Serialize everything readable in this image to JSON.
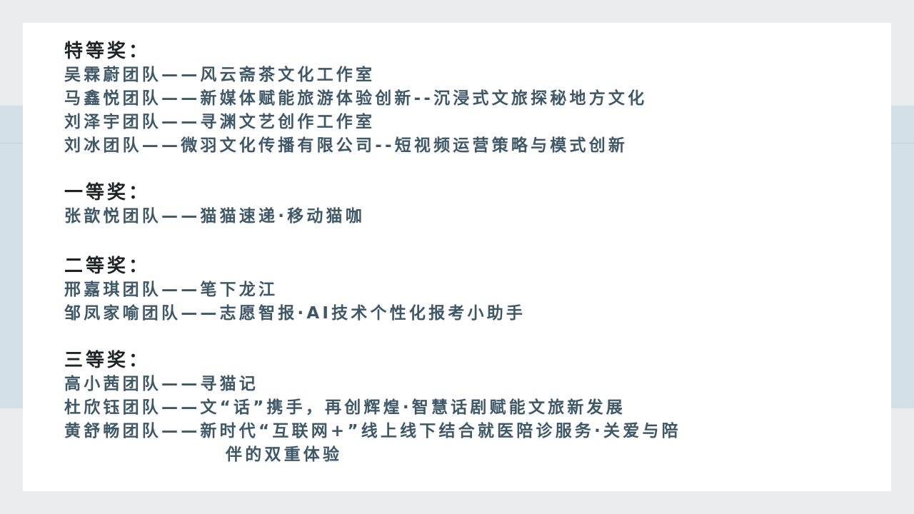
{
  "sections": [
    {
      "heading": "特等奖：",
      "items": [
        "吴霖蔚团队——风云斋茶文化工作室",
        "马鑫悦团队——新媒体赋能旅游体验创新--沉浸式文旅探秘地方文化",
        "刘泽宇团队——寻渊文艺创作工作室",
        "刘冰团队——微羽文化传播有限公司--短视频运营策略与模式创新"
      ]
    },
    {
      "heading": "一等奖：",
      "items": [
        "张歆悦团队——猫猫速递·移动猫咖"
      ]
    },
    {
      "heading": "二等奖：",
      "items": [
        "邢嘉琪团队——笔下龙江",
        "邹凤家喻团队——志愿智报·AI技术个性化报考小助手"
      ]
    },
    {
      "heading": "三等奖：",
      "items": [
        "高小茜团队——寻猫记",
        "杜欣钰团队——文“话”携手，再创辉煌·智慧话剧赋能文旅新发展",
        "黄舒畅团队——新时代“互联网+”线上线下结合就医陪诊服务·关爱与陪",
        "伴的双重体验"
      ]
    }
  ]
}
